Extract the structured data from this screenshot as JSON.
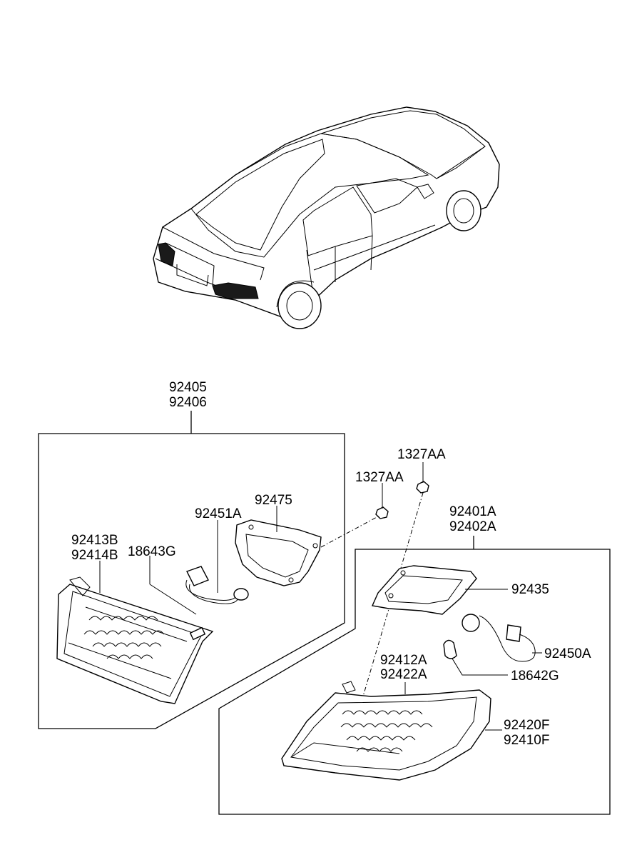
{
  "labels": {
    "assy_left_1": "92405",
    "assy_left_2": "92406",
    "gasket_left": "92475",
    "wire_left": "92451A",
    "lens_inner_1": "92413B",
    "lens_inner_2": "92414B",
    "bulb_left": "18643G",
    "nut_1": "1327AA",
    "nut_2": "1327AA",
    "assy_right_1": "92401A",
    "assy_right_2": "92402A",
    "gasket_right": "92435",
    "wire_right": "92450A",
    "bulb_right": "18642G",
    "lens_outer_1": "92412A",
    "lens_outer_2": "92422A",
    "lamp_right_1": "92420F",
    "lamp_right_2": "92410F"
  }
}
